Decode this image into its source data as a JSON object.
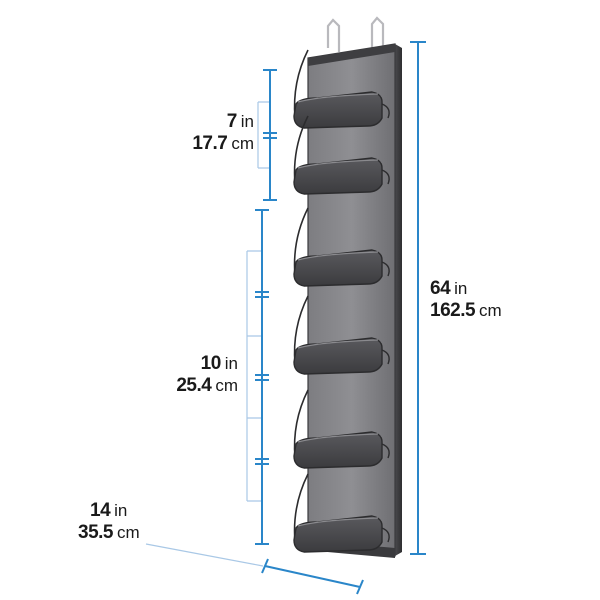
{
  "dimensions": {
    "pocket_height": {
      "imperial": {
        "value": "7",
        "unit": "in"
      },
      "metric": {
        "value": "17.7",
        "unit": "cm"
      }
    },
    "pocket_spacing": {
      "imperial": {
        "value": "10",
        "unit": "in"
      },
      "metric": {
        "value": "25.4",
        "unit": "cm"
      }
    },
    "total_height": {
      "imperial": {
        "value": "64",
        "unit": "in"
      },
      "metric": {
        "value": "162.5",
        "unit": "cm"
      }
    },
    "width": {
      "imperial": {
        "value": "14",
        "unit": "in"
      },
      "metric": {
        "value": "35.5",
        "unit": "cm"
      }
    }
  },
  "colors": {
    "dimension_line": "#2a86c9",
    "guide_line": "#a9c8e6",
    "fabric_dark": "#3f3f42",
    "fabric_mid": "#6e6e72",
    "fabric_light": "#8c8c90",
    "pocket_edge": "#2c2c2e"
  },
  "icons": [
    "door-hook-icon"
  ]
}
